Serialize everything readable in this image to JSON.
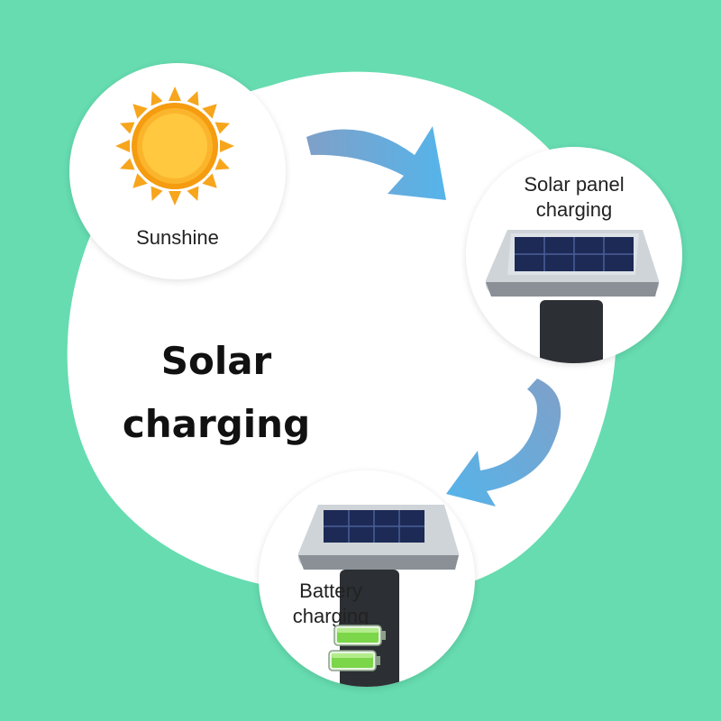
{
  "title_line1": "Solar",
  "title_line2": "charging",
  "steps": [
    {
      "label": "Sunshine",
      "icon": "sun-icon"
    },
    {
      "label_line1": "Solar panel",
      "label_line2": "charging",
      "icon": "solar-stake-light-icon"
    },
    {
      "label_line1": "Battery",
      "label_line2": "charging",
      "icon": "battery-icon"
    }
  ],
  "colors": {
    "background": "#66dcb0",
    "bubble": "#ffffff",
    "arrow": "#4aa8de",
    "sun": "#f6a21a",
    "battery": "#7bd64a"
  }
}
